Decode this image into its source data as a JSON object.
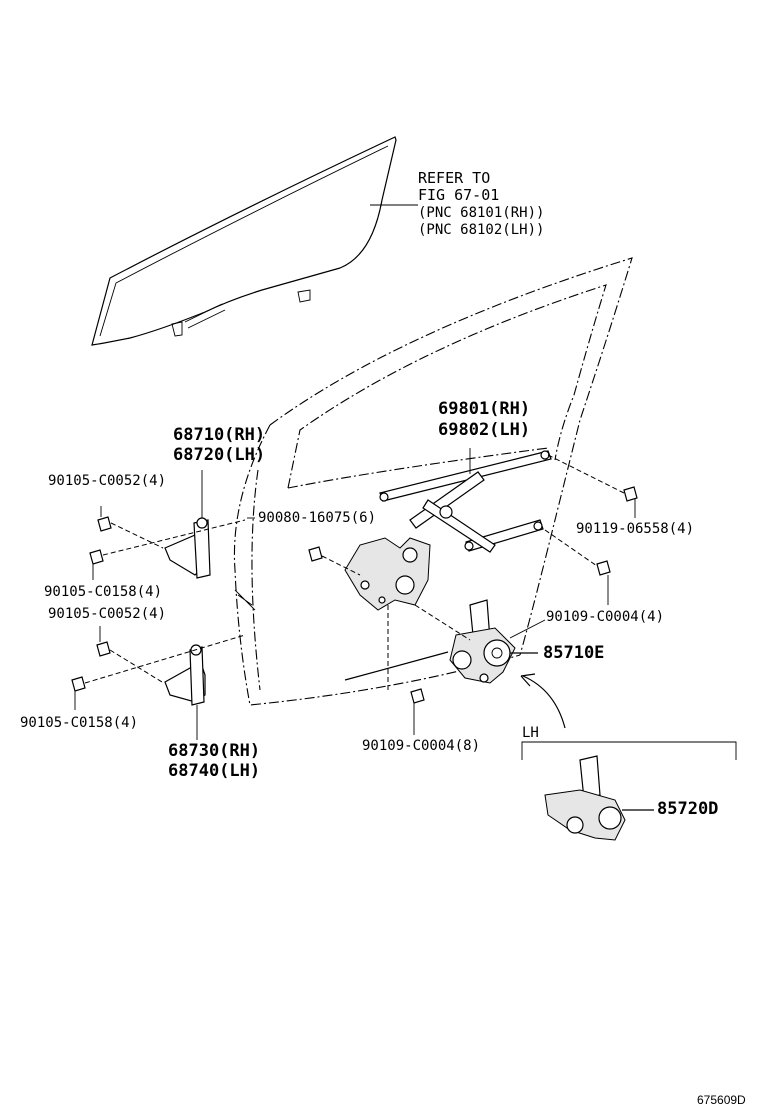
{
  "diagram": {
    "glass_reference": {
      "line1": "REFER TO",
      "line2": "FIG 67-01",
      "line3": "(PNC 68101(RH))",
      "line4": "(PNC 68102(LH))"
    },
    "regulator_label": {
      "rh": "69801(RH)",
      "lh": "69802(LH)"
    },
    "upper_hinge_label": {
      "rh": "68710(RH)",
      "lh": "68720(LH)"
    },
    "lower_hinge_label": {
      "rh": "68730(RH)",
      "lh": "68740(LH)"
    },
    "bolt_labels": {
      "upper_hinge_top_bolt": "90105-C0052(4)",
      "upper_hinge_bottom_bolt": "90105-C0158(4)",
      "lower_hinge_top_bolt": "90105-C0052(4)",
      "lower_hinge_bottom_bolt": "90105-C0158(4)",
      "regulator_mount_bolt": "90080-16075(6)",
      "regulator_rear_bolt": "90119-06558(4)",
      "regulator_lower_right_bolt": "90109-C0004(4)",
      "regulator_lower_bolt": "90109-C0004(8)"
    },
    "motor_rh_label": "85710E",
    "motor_lh_label": "85720D",
    "lh_bracket_label": "LH",
    "figure_number": "675609D"
  }
}
